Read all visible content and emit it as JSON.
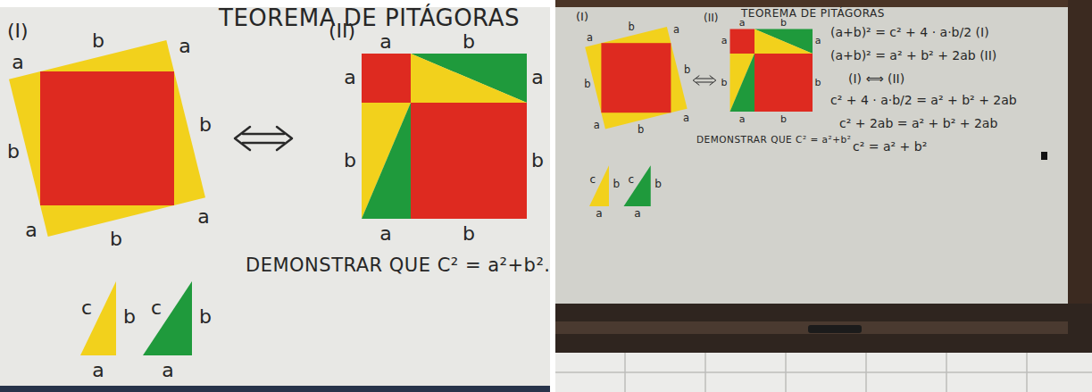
{
  "diagram": {
    "labels": [
      "TEOREMA DE PITÁGORAS",
      "(I)",
      "b",
      "a",
      "a",
      "b",
      "b",
      "a",
      "a",
      "b",
      "(II)",
      "a",
      "b",
      "a",
      "b",
      "a",
      "b",
      "a",
      "b",
      "DEMONSTRAR QUE C² = a²+b².",
      "c",
      "b",
      "a",
      "c",
      "b",
      "a",
      "TEOREMA DE PITÁGORAS",
      "(I)",
      "b",
      "a",
      "a",
      "b",
      "b",
      "a",
      "a",
      "b",
      "(II)",
      "a",
      "b",
      "a",
      "b",
      "a",
      "b",
      "a",
      "b",
      "DEMONSTRAR QUE C² = a²+b²",
      "c",
      "b",
      "a",
      "c",
      "b",
      "a",
      "(a+b)² = c² + 4 · a·b/2 (I)",
      "(a+b)² = a² + b² + 2ab (II)",
      "(I) ⟺ (II)",
      "c² + 4 · a·b/2 = a² + b² + 2ab",
      "c² + 2ab = a² + b² + 2ab",
      "c² = a² + b²"
    ]
  }
}
